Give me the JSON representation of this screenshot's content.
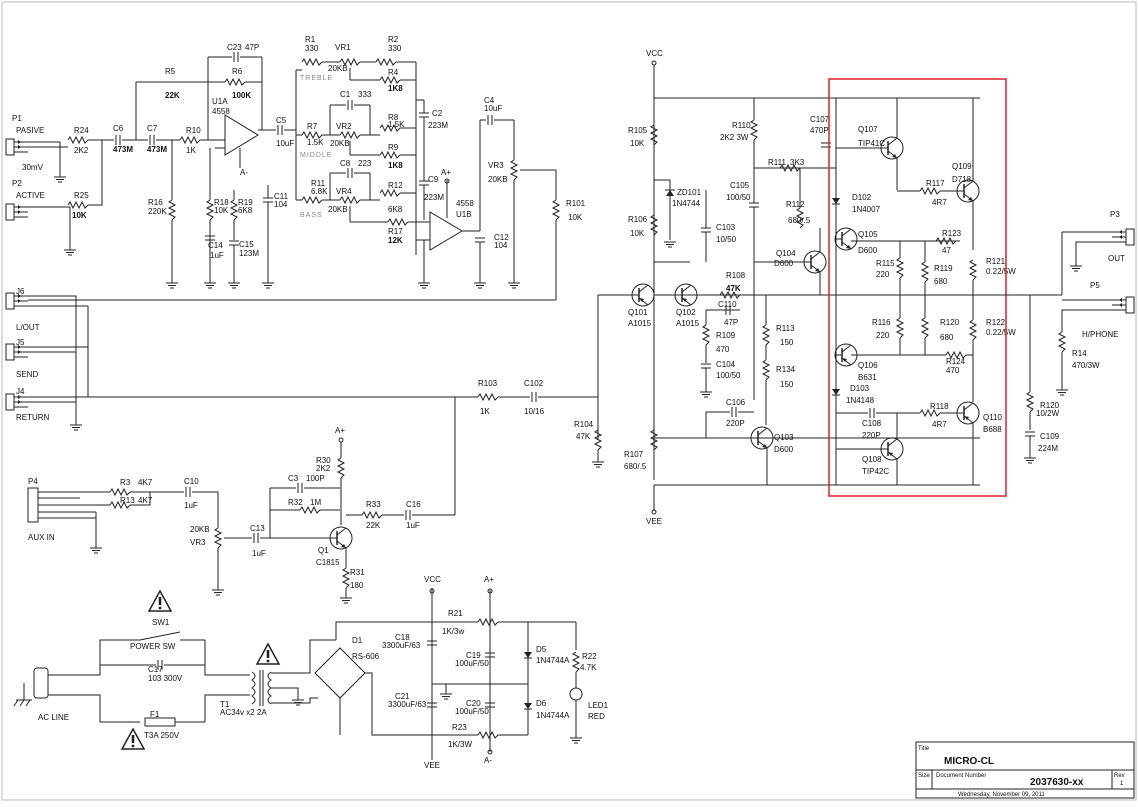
{
  "title_block": {
    "title_label": "Title",
    "title": "MICRO-CL",
    "size_label": "Size",
    "docnum_label": "Document Number",
    "docnum": "2037630-xx",
    "rev_label": "Rev",
    "rev": "1",
    "date": "Wednesday, November 09, 2011"
  },
  "power": {
    "vcc": "VCC",
    "vee": "VEE",
    "aplus": "A+",
    "aminus": "A-"
  },
  "labels": {
    "p1": "P1",
    "p1_name": "PASIVE",
    "p1_val": "30mV",
    "p2": "P2",
    "p2_name": "ACTIVE",
    "r24": "R24",
    "r24v": "2K2",
    "r25": "R25",
    "r25v": "10K",
    "c6": "C6",
    "c6v": "473M",
    "c7": "C7",
    "c7v": "473M",
    "r5": "R5",
    "r5v": "22K",
    "r6": "R6",
    "r6v": "100K",
    "c23": "C23",
    "c23v": "47P",
    "r10": "R10",
    "r10v": "1K",
    "u1a": "U1A",
    "u1a_v": "4558",
    "c5": "C5",
    "c5v": "10uF",
    "r16": "R16",
    "r16v": "220K",
    "r18": "R18",
    "r18v": "10K",
    "r19": "R19",
    "r19v": "6K8",
    "c14": "C14",
    "c14v": "1uF",
    "c15": "C15",
    "c15v": "123M",
    "c11": "C11",
    "c11v": "104",
    "r1": "R1",
    "r1v": "330",
    "vr1": "VR1",
    "vr1v": "20KB",
    "r2": "R2",
    "r2v": "330",
    "r4": "R4",
    "r4v": "1K8",
    "treble": "TREBLE",
    "c1": "C1",
    "c1v": "333",
    "r7": "R7",
    "r7v": "1.5K",
    "vr2": "VR2",
    "vr2v": "20KB",
    "r8": "R8",
    "r8v": "1.5K",
    "r9": "R9",
    "r9v": "1K8",
    "middle": "MIDDLE",
    "c8": "C8",
    "c8v": "223",
    "r11": "R11",
    "r11v": "6.8K",
    "vr4": "VR4",
    "vr4v": "20KB",
    "r12": "R12",
    "r12v": "6K8",
    "r17": "R17",
    "r17v": "12K",
    "bass": "BASS",
    "c2": "C2",
    "c2v": "223M",
    "c9": "C9",
    "c9v": "223M",
    "u1b": "U1B",
    "u1b_v": "4558",
    "c12": "C12",
    "c12v": "104",
    "c4": "C4",
    "c4v": "10uF",
    "vr3a": "VR3",
    "vr3av": "20KB",
    "r101": "R101",
    "r101v": "10K",
    "j6": "J6",
    "j6_name": "L/OUT",
    "j5": "J5",
    "j5_name": "SEND",
    "j4": "J4",
    "j4_name": "RETURN",
    "r103": "R103",
    "r103v": "1K",
    "c102": "C102",
    "c102v": "10/16",
    "r104": "R104",
    "r104v": "47K",
    "p4": "P4",
    "p4_name": "AUX IN",
    "r3": "R3",
    "r3v": "4K7",
    "r13": "R13",
    "r13v": "4K7",
    "c10": "C10",
    "c10v": "1uF",
    "vr3b_v": "20KB",
    "vr3b": "VR3",
    "c13": "C13",
    "c13v": "1uF",
    "r30": "R30",
    "r30v": "2K2",
    "c3": "C3",
    "c3v": "100P",
    "r32": "R32",
    "r32v": "1M",
    "q1": "Q1",
    "q1v": "C1815",
    "r33": "R33",
    "r33v": "22K",
    "c16": "C16",
    "c16v": "1uF",
    "r31": "R31",
    "r31v": "180",
    "sw1": "SW1",
    "sw1v": "POWER SW",
    "c17": "C17",
    "c17v": "103 300V",
    "acline": "AC LINE",
    "t1": "T1",
    "t1v": "AC34v x2  2A",
    "f1": "F1",
    "f1v": "T3A 250V",
    "d1": "D1",
    "d1v": "RS-606",
    "c18": "C18",
    "c18v": "3300uF/63",
    "c21": "C21",
    "c21v": "3300uF/63",
    "r21": "R21",
    "r21v": "1K/3w",
    "c19": "C19",
    "c19v": "100uF/50",
    "c20": "C20",
    "c20v": "100uF/50",
    "r23": "R23",
    "r23v": "1K/3W",
    "d5": "D5",
    "d5v": "1N4744A",
    "d6": "D6",
    "d6v": "1N4744A",
    "r22": "R22",
    "r22v": "4.7K",
    "led1": "LED1",
    "led1v": "RED",
    "r105": "R105",
    "r105v": "10K",
    "zd101": "ZD101",
    "zd101v": "1N4744",
    "r106": "R106",
    "r106v": "10K",
    "r110": "R110",
    "r110v": "2K2 3W",
    "c107": "C107",
    "c107v": "470P",
    "c105": "C105",
    "c105v": "100/50",
    "c103": "C103",
    "c103v": "10/50",
    "r111": "R111",
    "r111v": "3K3",
    "r112": "R112",
    "r112v": "680/.5",
    "q104": "Q104",
    "q104v": "D600",
    "q101": "Q101",
    "q101v": "A1015",
    "q102": "Q102",
    "q102v": "A1015",
    "r108": "R108",
    "r108v": "47K",
    "c110": "C110",
    "c110v": "47P",
    "r109": "R109",
    "r109v": "470",
    "c104": "C104",
    "c104v": "100/50",
    "r113": "R113",
    "r113v": "150",
    "r134": "R134",
    "r134v": "150",
    "c106": "C106",
    "c106v": "220P",
    "q103": "Q103",
    "q103v": "D600",
    "r107": "R107",
    "r107v": "680/.5",
    "q107": "Q107",
    "q107v": "TIP41C",
    "q109": "Q109",
    "q109v": "D718",
    "d102": "D102",
    "d102v": "1N4007",
    "r117": "R117",
    "r117v": "4R7",
    "q105": "Q105",
    "q105v": "D600",
    "r123": "R123",
    "r123v": "47",
    "r115": "R115",
    "r115v": "220",
    "r119": "R119",
    "r119v": "680",
    "r121": "R121",
    "r121v": "0.22/5W",
    "r116": "R116",
    "r116v": "220",
    "r120": "R120",
    "r120v": "680",
    "r122": "R122",
    "r122v": "0.22/5W",
    "q106": "Q106",
    "q106v": "B631",
    "r124": "R124",
    "r124v": "470",
    "d103": "D103",
    "d103v": "1N4148",
    "c108": "C108",
    "c108v": "220P",
    "r118": "R118",
    "r118v": "4R7",
    "q110": "Q110",
    "q110v": "B688",
    "q108": "Q108",
    "q108v": "TIP42C",
    "p3": "P3",
    "p3_name": "OUT",
    "p5": "P5",
    "p5_name": "H/PHONE",
    "r14": "R14",
    "r14v": "470/3W",
    "r120b": "R120",
    "r120bv": "10/2W",
    "c109": "C109",
    "c109v": "224M"
  },
  "colors": {
    "highlight_box": "#e02020",
    "wire": "#222222"
  },
  "icons": [
    "warning-triangle-icon",
    "ac-plug-icon",
    "ground-icon",
    "earth-ground-icon",
    "jack-connector-icon"
  ]
}
